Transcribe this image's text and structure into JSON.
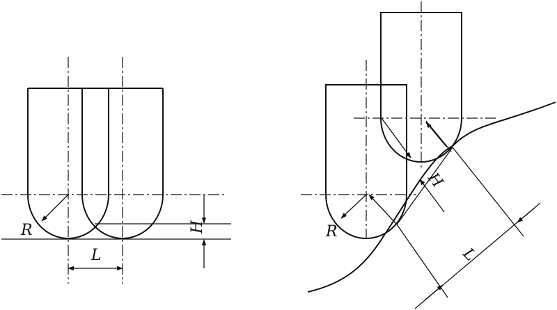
{
  "left_figure": {
    "label_radius": "R",
    "label_step": "L",
    "label_height": "H"
  },
  "right_figure": {
    "label_radius": "R",
    "label_height": "H",
    "label_step": "L"
  }
}
